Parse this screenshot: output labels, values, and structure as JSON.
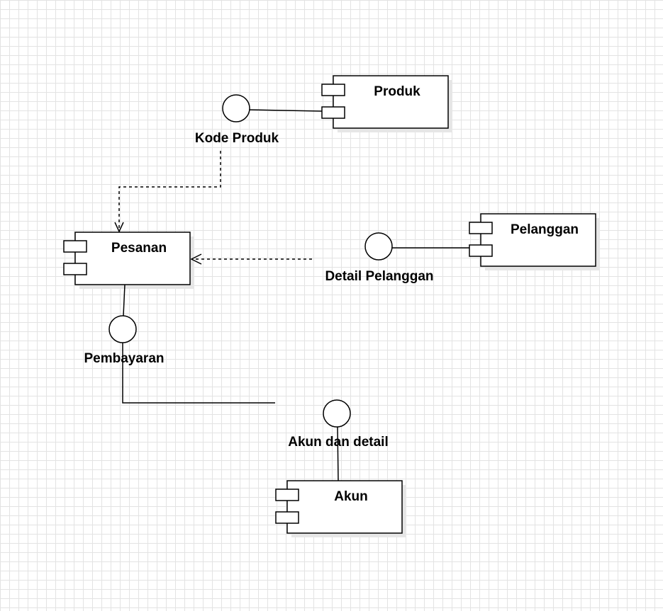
{
  "diagram": {
    "components": {
      "produk": "Produk",
      "pesanan": "Pesanan",
      "pelanggan": "Pelanggan",
      "akun": "Akun"
    },
    "interfaces": {
      "kode_produk": "Kode Produk",
      "detail_pelanggan": "Detail Pelanggan",
      "pembayaran": "Pembayaran",
      "akun_dan_detail": "Akun dan detail"
    }
  }
}
